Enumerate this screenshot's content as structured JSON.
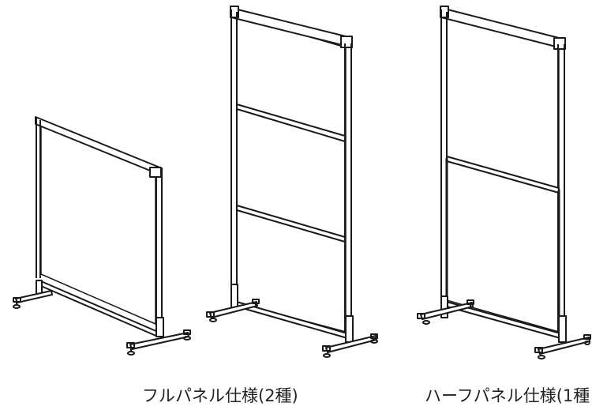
{
  "captions": {
    "full_panel": "フルパネル仕様(2種)",
    "half_panel": "ハーフパネル仕様(1種"
  },
  "colors": {
    "frame": "#1a1a1a",
    "panel_fill": "#ffffff",
    "background": "#ffffff",
    "caption_text": "#222222"
  },
  "products": [
    {
      "name": "low-partition-illustration",
      "crossbars": 0,
      "half_lower_panel": false
    },
    {
      "name": "tall-partition-three-section-illustration",
      "crossbars": 2,
      "half_lower_panel": false
    },
    {
      "name": "half-panel-partition-illustration",
      "crossbars": 1,
      "half_lower_panel": true
    }
  ]
}
